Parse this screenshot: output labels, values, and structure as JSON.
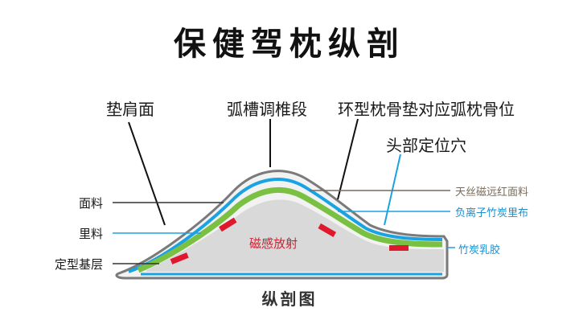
{
  "title": "保健驾枕纵剖",
  "caption": "纵剖图",
  "center_label": "磁感放射",
  "callouts": {
    "shoulder": "垫肩面",
    "groove": "弧槽调椎段",
    "ring_pad": "环型枕骨垫对应弧枕骨位",
    "head_hole": "头部定位穴"
  },
  "left_labels": {
    "surface": "面料",
    "lining": "里料",
    "base": "定型基层"
  },
  "right_labels": {
    "far_ir": "天丝磁远红面料",
    "anion": "负离子竹炭里布",
    "latex": "竹炭乳胶"
  },
  "colors": {
    "outer_shell": "#8a8a8a",
    "blue_layer": "#1aa3e3",
    "green_layer": "#7ac143",
    "core": "#d9d9d9",
    "magnet": "#e0182d",
    "far_ir_label": "#7a6a5a",
    "blue_label": "#1a8fd0"
  }
}
